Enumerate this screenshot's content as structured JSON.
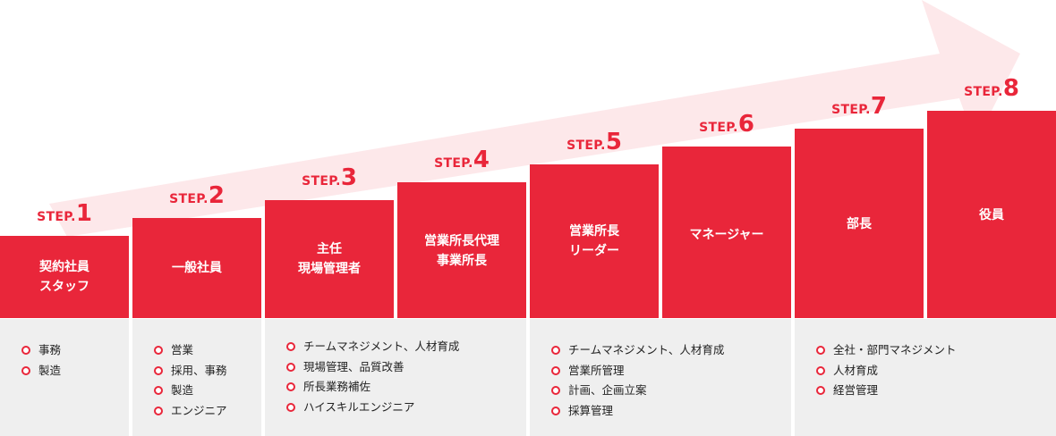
{
  "colors": {
    "accent": "#e9263a",
    "arrow": "#fde8ea",
    "panel": "#efefef"
  },
  "steps": [
    {
      "word": "STEP.",
      "num": "1",
      "role_lines": [
        "契約社員",
        "スタッフ"
      ]
    },
    {
      "word": "STEP.",
      "num": "2",
      "role_lines": [
        "一般社員"
      ]
    },
    {
      "word": "STEP.",
      "num": "3",
      "role_lines": [
        "主任",
        "現場管理者"
      ]
    },
    {
      "word": "STEP.",
      "num": "4",
      "role_lines": [
        "営業所長代理",
        "事業所長"
      ]
    },
    {
      "word": "STEP.",
      "num": "5",
      "role_lines": [
        "営業所長",
        "リーダー"
      ]
    },
    {
      "word": "STEP.",
      "num": "6",
      "role_lines": [
        "マネージャー"
      ]
    },
    {
      "word": "STEP.",
      "num": "7",
      "role_lines": [
        "部長"
      ]
    },
    {
      "word": "STEP.",
      "num": "8",
      "role_lines": [
        "役員"
      ]
    }
  ],
  "duty_groups": [
    {
      "items": [
        "事務",
        "製造"
      ]
    },
    {
      "items": [
        "営業",
        "採用、事務",
        "製造",
        "エンジニア"
      ]
    },
    {
      "items": [
        "チームマネジメント、人材育成",
        "現場管理、品質改善",
        "所長業務補佐",
        "ハイスキルエンジニア"
      ]
    },
    {
      "items": [
        "チームマネジメント、人材育成",
        "営業所管理",
        "計画、企画立案",
        "採算管理"
      ]
    },
    {
      "items": [
        "全社・部門マネジメント",
        "人材育成",
        "経営管理"
      ]
    }
  ]
}
